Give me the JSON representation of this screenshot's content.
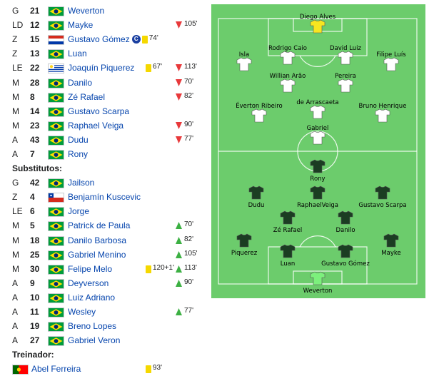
{
  "colors": {
    "link": "#0645ad",
    "pitch": "#6ccc6c",
    "gk_home": "#f7e620",
    "gk_away": "#7cf07c",
    "home_shirt": "#ffffff",
    "away_shirt": "#1b3d22"
  },
  "starters": [
    {
      "pos": "G",
      "num": "21",
      "flag": "brazil",
      "name": "Weverton"
    },
    {
      "pos": "LD",
      "num": "12",
      "flag": "brazil",
      "name": "Mayke",
      "sub_off": "105'"
    },
    {
      "pos": "Z",
      "num": "15",
      "flag": "paraguay",
      "name": "Gustavo Gómez",
      "captain": "C",
      "card": "74'"
    },
    {
      "pos": "Z",
      "num": "13",
      "flag": "brazil",
      "name": "Luan"
    },
    {
      "pos": "LE",
      "num": "22",
      "flag": "uruguay",
      "name": "Joaquín Piquerez",
      "card": "67'",
      "sub_off": "113'"
    },
    {
      "pos": "M",
      "num": "28",
      "flag": "brazil",
      "name": "Danilo",
      "sub_off": "70'"
    },
    {
      "pos": "M",
      "num": "8",
      "flag": "brazil",
      "name": "Zé Rafael",
      "sub_off": "82'"
    },
    {
      "pos": "M",
      "num": "14",
      "flag": "brazil",
      "name": "Gustavo Scarpa"
    },
    {
      "pos": "M",
      "num": "23",
      "flag": "brazil",
      "name": "Raphael Veiga",
      "sub_off": "90'"
    },
    {
      "pos": "A",
      "num": "43",
      "flag": "brazil",
      "name": "Dudu",
      "sub_off": "77'"
    },
    {
      "pos": "A",
      "num": "7",
      "flag": "brazil",
      "name": "Rony"
    }
  ],
  "subs_heading": "Substitutos:",
  "substitutes": [
    {
      "pos": "G",
      "num": "42",
      "flag": "brazil",
      "name": "Jailson"
    },
    {
      "pos": "Z",
      "num": "4",
      "flag": "chile",
      "name": "Benjamín Kuscevic"
    },
    {
      "pos": "LE",
      "num": "6",
      "flag": "brazil",
      "name": "Jorge"
    },
    {
      "pos": "M",
      "num": "5",
      "flag": "brazil",
      "name": "Patrick de Paula",
      "sub_on": "70'"
    },
    {
      "pos": "M",
      "num": "18",
      "flag": "brazil",
      "name": "Danilo Barbosa",
      "sub_on": "82'"
    },
    {
      "pos": "M",
      "num": "25",
      "flag": "brazil",
      "name": "Gabriel Menino",
      "sub_on": "105'"
    },
    {
      "pos": "M",
      "num": "30",
      "flag": "brazil",
      "name": "Felipe Melo",
      "card": "120+1'",
      "sub_on": "113'"
    },
    {
      "pos": "A",
      "num": "9",
      "flag": "brazil",
      "name": "Deyverson",
      "sub_on": "90'"
    },
    {
      "pos": "A",
      "num": "10",
      "flag": "brazil",
      "name": "Luiz Adriano"
    },
    {
      "pos": "A",
      "num": "11",
      "flag": "brazil",
      "name": "Wesley",
      "sub_on": "77'"
    },
    {
      "pos": "A",
      "num": "19",
      "flag": "brazil",
      "name": "Breno Lopes"
    },
    {
      "pos": "A",
      "num": "27",
      "flag": "brazil",
      "name": "Gabriel Veron"
    }
  ],
  "coach_heading": "Treinador:",
  "coach": {
    "flag": "portugal",
    "name": "Abel Ferreira",
    "card": "93'"
  },
  "pitch": {
    "home": [
      {
        "name": "Diego Alves",
        "gk": true
      },
      {
        "name": "Isla"
      },
      {
        "name": "Rodrigo Caio"
      },
      {
        "name": "David Luiz"
      },
      {
        "name": "Filipe Luís"
      },
      {
        "name": "Willian Arão"
      },
      {
        "name": "Pereira"
      },
      {
        "name": "Éverton Ribeiro"
      },
      {
        "name": "de Arrascaeta"
      },
      {
        "name": "Bruno Henrique"
      },
      {
        "name": "Gabriel"
      }
    ],
    "away": [
      {
        "name": "Rony"
      },
      {
        "name": "Dudu"
      },
      {
        "name": "RaphaelVeiga"
      },
      {
        "name": "Gustavo Scarpa"
      },
      {
        "name": "Zé Rafael"
      },
      {
        "name": "Danilo"
      },
      {
        "name": "Piquerez"
      },
      {
        "name": "Luan"
      },
      {
        "name": "Gustavo Gómez"
      },
      {
        "name": "Mayke"
      },
      {
        "name": "Weverton",
        "gk": true
      }
    ]
  }
}
